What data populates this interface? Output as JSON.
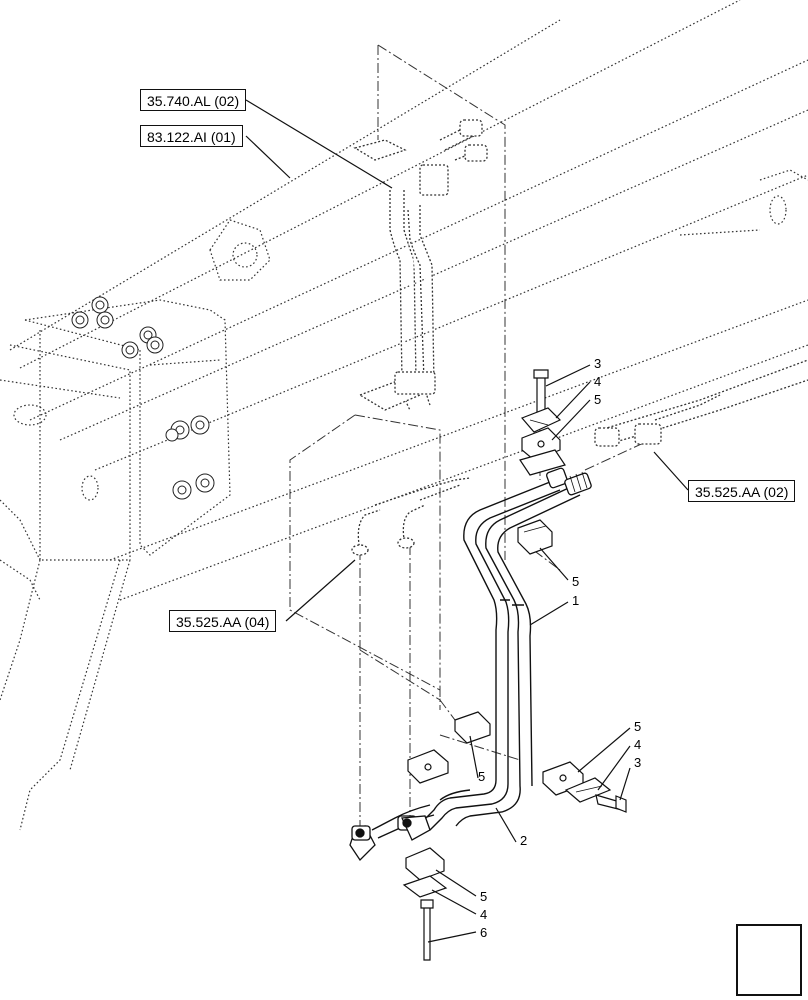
{
  "references": [
    {
      "id": "ref-35-740-al-02",
      "label": "35.740.AL (02)"
    },
    {
      "id": "ref-83-122-ai-01",
      "label": "83.122.AI (01)"
    },
    {
      "id": "ref-35-525-aa-02",
      "label": "35.525.AA (02)"
    },
    {
      "id": "ref-35-525-aa-04",
      "label": "35.525.AA (04)"
    }
  ],
  "callouts": {
    "c3a": "3",
    "c4a": "4",
    "c5a": "5",
    "c5b": "5",
    "c1": "1",
    "c5c": "5",
    "c4b": "4",
    "c3b": "3",
    "c5d": "5",
    "c2": "2",
    "c5e": "5",
    "c4c": "4",
    "c6": "6"
  },
  "navigation": {
    "icon": "next-page-arrow-icon"
  }
}
